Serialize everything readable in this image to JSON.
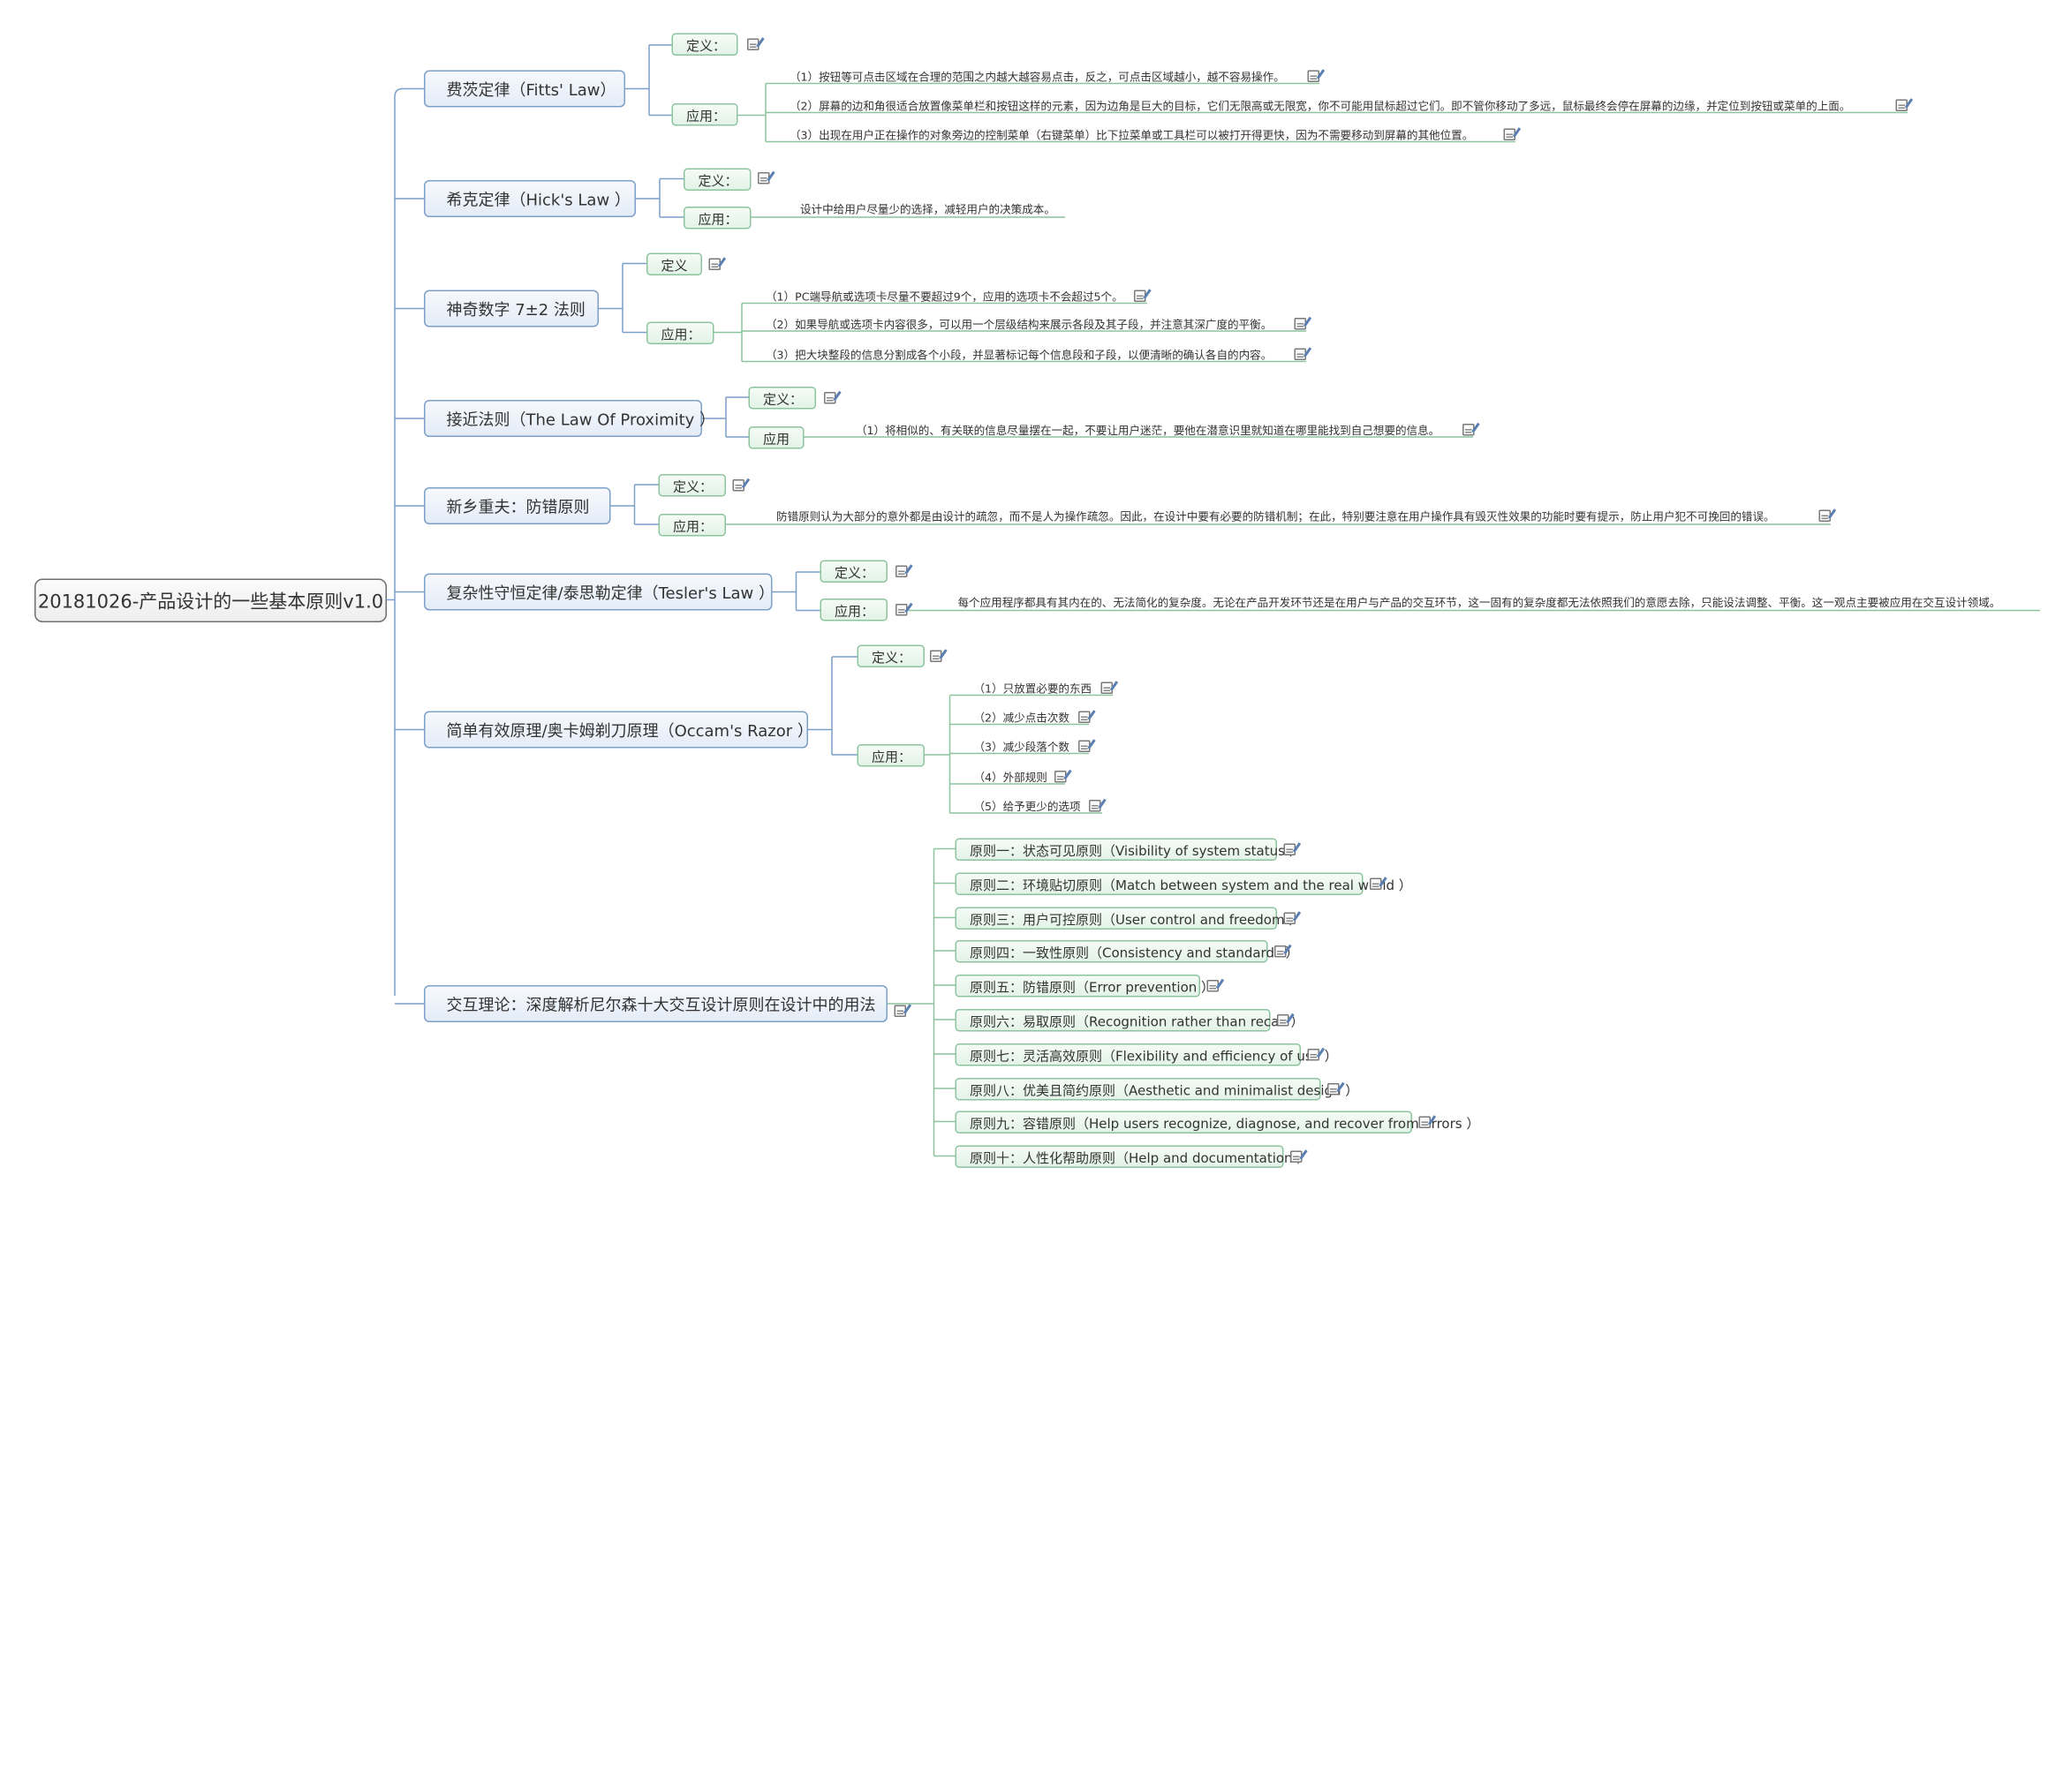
{
  "root": {
    "label": "20181026-产品设计的一些基本原则v1.0"
  },
  "branches": [
    {
      "label": "费茨定律（Fitts' Law）",
      "def": "定义：",
      "app": "应用：",
      "items": [
        "（1）按钮等可点击区域在合理的范围之内越大越容易点击，反之，可点击区域越小，越不容易操作。",
        "（2）屏幕的边和角很适合放置像菜单栏和按钮这样的元素，因为边角是巨大的目标，它们无限高或无限宽，你不可能用鼠标超过它们。即不管你移动了多远，鼠标最终会停在屏幕的边缘，并定位到按钮或菜单的上面。",
        "（3）出现在用户正在操作的对象旁边的控制菜单（右键菜单）比下拉菜单或工具栏可以被打开得更快，因为不需要移动到屏幕的其他位置。"
      ]
    },
    {
      "label": "希克定律（Hick's Law ）",
      "def": "定义：",
      "app": "应用：",
      "items": [
        "设计中给用户尽量少的选择，减轻用户的决策成本。"
      ]
    },
    {
      "label": "神奇数字 7±2 法则",
      "def": "定义",
      "app": "应用：",
      "items": [
        "（1）PC端导航或选项卡尽量不要超过9个，应用的选项卡不会超过5个。",
        "（2）如果导航或选项卡内容很多，可以用一个层级结构来展示各段及其子段，并注意其深广度的平衡。",
        "（3）把大块整段的信息分割成各个小段，并显著标记每个信息段和子段，以便清晰的确认各自的内容。"
      ]
    },
    {
      "label": "接近法则（The Law Of Proximity ）",
      "def": "定义：",
      "app": "应用",
      "items": [
        "（1）将相似的、有关联的信息尽量摆在一起，不要让用户迷茫，要他在潜意识里就知道在哪里能找到自己想要的信息。"
      ]
    },
    {
      "label": "新乡重夫：防错原则",
      "def": "定义：",
      "app": "应用：",
      "items": [
        "防错原则认为大部分的意外都是由设计的疏忽，而不是人为操作疏忽。因此，在设计中要有必要的防错机制；在此，特别要注意在用户操作具有毁灭性效果的功能时要有提示，防止用户犯不可挽回的错误。"
      ]
    },
    {
      "label": "复杂性守恒定律/泰思勒定律（Tesler's Law ）",
      "def": "定义：",
      "app": "应用：",
      "items": [
        "每个应用程序都具有其内在的、无法简化的复杂度。无论在产品开发环节还是在用户与产品的交互环节，这一固有的复杂度都无法依照我们的意愿去除，只能设法调整、平衡。这一观点主要被应用在交互设计领域。"
      ]
    },
    {
      "label": "简单有效原理/奥卡姆剃刀原理（Occam's Razor ）",
      "def": "定义：",
      "app": "应用：",
      "items": [
        "（1）只放置必要的东西",
        "（2）减少点击次数",
        "（3）减少段落个数",
        "（4）外部规则",
        "（5）给予更少的选项"
      ]
    },
    {
      "label": "交互理论：深度解析尼尔森十大交互设计原则在设计中的用法",
      "principles": [
        "原则一：状态可见原则（Visibility of system status ）",
        "原则二：环境贴切原则（Match between system and the real world ）",
        "原则三：用户可控原则（User control and freedom ）",
        "原则四：一致性原则（Consistency and standards ）",
        "原则五：防错原则（Error prevention ）",
        "原则六：易取原则（Recognition rather than recall ）",
        "原则七：灵活高效原则（Flexibility and efficiency of use ）",
        "原则八：优美且简约原则（Aesthetic and minimalist design ）",
        "原则九：容错原则（Help users recognize, diagnose, and recover from errors ）",
        "原则十：人性化帮助原则（Help and documentation ）"
      ]
    }
  ],
  "colors": {
    "branch_line": "#7b9fc9",
    "sub_line": "#8cc49e"
  }
}
